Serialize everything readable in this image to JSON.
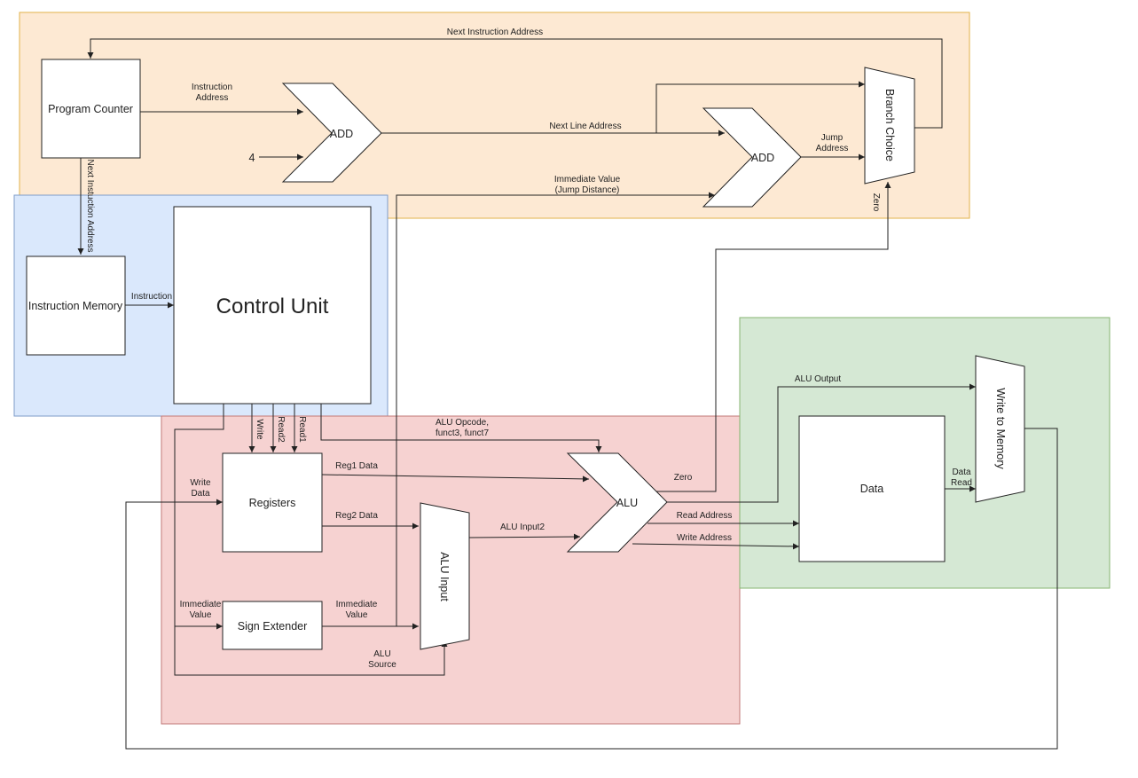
{
  "colors": {
    "fetch_fill": "#fde9d3",
    "fetch_stroke": "#e2b24a",
    "decode_fill": "#dae8fc",
    "decode_stroke": "#7d9bc9",
    "execute_fill": "#f6d2d1",
    "execute_stroke": "#c27a78",
    "memory_fill": "#d5e8d4",
    "memory_stroke": "#86b470",
    "line": "#222222"
  },
  "blocks": {
    "program_counter": "Program Counter",
    "instruction_memory": "Instruction Memory",
    "control_unit": "Control Unit",
    "registers": "Registers",
    "sign_extender": "Sign Extender",
    "alu_input": "ALU Input",
    "alu": "ALU",
    "data": "Data",
    "write_to_memory": "Write to Memory",
    "branch_choice": "Branch Choice",
    "add_pc": "ADD",
    "add_jump": "ADD"
  },
  "labels": {
    "next_instruction_address_top": "Next Instruction Address",
    "instruction_address_1": "Instruction",
    "instruction_address_2": "Address",
    "constant_four": "4",
    "next_line_address": "Next Line Address",
    "jump_address_1": "Jump",
    "jump_address_2": "Address",
    "immediate_jump_1": "Immediate Value",
    "immediate_jump_2": "(Jump Distance)",
    "zero_vertical": "Zero",
    "next_instruction_address_vertical": "Next Instuction Address",
    "instruction": "Instruction",
    "write": "Write",
    "read2": "Read2",
    "read1": "Read1",
    "alu_opcode_1": "ALU Opcode,",
    "alu_opcode_2": "funct3, funct7",
    "reg1_data": "Reg1 Data",
    "reg2_data": "Reg2 Data",
    "write_data_1": "Write",
    "write_data_2": "Data",
    "immediate_in_1": "Immediate",
    "immediate_in_2": "Value",
    "immediate_out_1": "Immediate",
    "immediate_out_2": "Value",
    "alu_source_1": "ALU",
    "alu_source_2": "Source",
    "alu_input2": "ALU Input2",
    "zero_alu": "Zero",
    "read_address": "Read Address",
    "write_address": "Write Address",
    "alu_output": "ALU Output",
    "data_read_1": "Data",
    "data_read_2": "Read"
  }
}
